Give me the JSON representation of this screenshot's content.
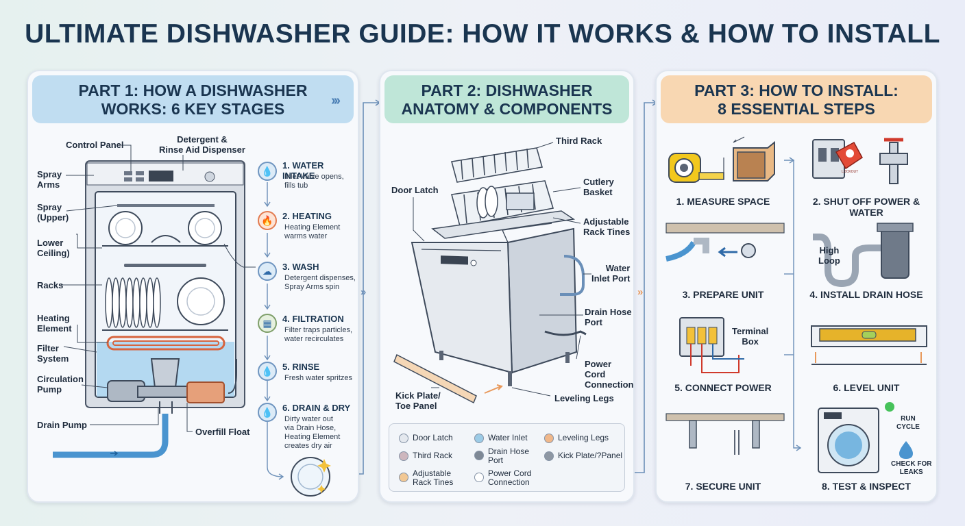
{
  "title": "ULTIMATE DISHWASHER GUIDE: HOW IT WORKS & HOW TO INSTALL",
  "part1": {
    "header_line1": "PART 1: HOW A DISHWASHER",
    "header_line2": "WORKS: 6 KEY STAGES",
    "labels": {
      "control_panel": "Control Panel",
      "detergent_1": "Detergent &",
      "detergent_2": "Rinse Aid Dispenser",
      "spray_arms_1": "Spray",
      "spray_arms_2": "Arms",
      "spray_upper_1": "Spray",
      "spray_upper_2": "(Upper)",
      "lower_ceiling_1": "Lower",
      "lower_ceiling_2": "Ceiling)",
      "racks": "Racks",
      "heating_1": "Heating",
      "heating_2": "Element",
      "filter_1": "Filter",
      "filter_2": "System",
      "circ_1": "Circulation",
      "circ_2": "Pump",
      "drain_pump": "Drain Pump",
      "overfill": "Overfill Float"
    },
    "stages": [
      {
        "title": "1. WATER INTAKE",
        "desc1": "Inlet Valve opens,",
        "desc2": "fills tub",
        "icon": "water-drop-icon"
      },
      {
        "title": "2. HEATING",
        "desc1": "Heating Element",
        "desc2": "warms water",
        "icon": "flame-icon"
      },
      {
        "title": "3. WASH",
        "desc1": "Detergent dispenses,",
        "desc2": "Spray Arms spin",
        "icon": "wash-icon"
      },
      {
        "title": "4. FILTRATION",
        "desc1": "Filter traps particles,",
        "desc2": "water recirculates",
        "icon": "filter-icon"
      },
      {
        "title": "5. RINSE",
        "desc1": "Fresh water spritzes",
        "desc2": "",
        "icon": "water-drop-icon"
      },
      {
        "title": "6. DRAIN & DRY",
        "desc1": "Dirty water out",
        "desc2": "via Drain Hose,",
        "desc3": "Heating Element",
        "desc4": "creates dry air",
        "icon": "drain-icon"
      }
    ]
  },
  "part2": {
    "header_line1": "PART 2: DISHWASHER",
    "header_line2": "ANATOMY & COMPONENTS",
    "labels": {
      "third_rack": "Third Rack",
      "door_latch": "Door Latch",
      "cutlery_1": "Cutlery",
      "cutlery_2": "Basket",
      "tines_1": "Adjustable",
      "tines_2": "Rack Tines",
      "inlet_1": "Water",
      "inlet_2": "Inlet Port",
      "drain_port_1": "Drain Hose",
      "drain_port_2": "Port",
      "power_1": "Power Cord",
      "power_2": "Connection",
      "kick_1": "Kick Plate/",
      "kick_2": "Toe Panel",
      "legs": "Leveling Legs"
    },
    "legend": [
      {
        "l1": "Door Latch",
        "l2": "",
        "color": "#e4e8ee"
      },
      {
        "l1": "Water Inlet",
        "l2": "",
        "color": "#9ccbe6"
      },
      {
        "l1": "Leveling Legs",
        "l2": "",
        "color": "#f0b78a"
      },
      {
        "l1": "Third Rack",
        "l2": "",
        "color": "#cdb6bd"
      },
      {
        "l1": "Drain Hose",
        "l2": "Port",
        "color": "#7e8895"
      },
      {
        "l1": "Kick Plate/?Panel",
        "l2": "",
        "color": "#8e97a3"
      },
      {
        "l1": "Adjustable",
        "l2": "Rack Tines",
        "color": "#f2c894"
      },
      {
        "l1": "Power Cord",
        "l2": "Connection",
        "color": "#ffffff"
      }
    ]
  },
  "part3": {
    "header_line1": "PART 3: HOW TO INSTALL:",
    "header_line2": "8 ESSENTIAL STEPS",
    "steps": [
      "1. MEASURE SPACE",
      "2. SHUT OFF POWER & WATER",
      "3. PREPARE UNIT",
      "4. INSTALL DRAIN HOSE",
      "5. CONNECT POWER",
      "6. LEVEL UNIT",
      "7. SECURE UNIT",
      "8. TEST & INSPECT"
    ],
    "labels": {
      "high_1": "High",
      "high_2": "Loop",
      "terminal_1": "Terminal",
      "terminal_2": "Box",
      "run_1": "RUN",
      "run_2": "CYCLE",
      "leaks_1": "CHECK FOR",
      "leaks_2": "LEAKS",
      "lockout_tag": "LOCKOUT"
    }
  },
  "colors": {
    "blue_header": "#c0ddf1",
    "green_header": "#bfe6d8",
    "orange_header": "#f8d7b2"
  }
}
